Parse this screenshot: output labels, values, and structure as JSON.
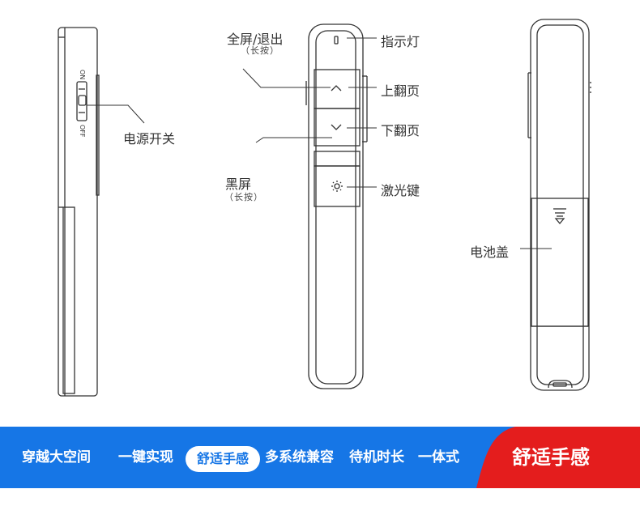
{
  "labels": {
    "fullscreen_exit": "全屏/退出",
    "fullscreen_exit_note": "（长按）",
    "indicator_light": "指示灯",
    "page_up": "上翻页",
    "page_down": "下翻页",
    "black_screen": "黑屏",
    "black_screen_note": "（长按）",
    "laser_key": "激光键",
    "power_switch": "电源开关",
    "battery_cover": "电池盖",
    "switch_on": "ON",
    "switch_off": "OFF"
  },
  "features": [
    "穿越大空间",
    "一键实现",
    "舒适手感",
    "多系统兼容",
    "待机时长",
    "一体式"
  ],
  "selected_feature": "舒适手感",
  "highlight_title": "舒适手感",
  "colors": {
    "banner_blue": "#1676e6",
    "highlight_red": "#e41d1d",
    "outline": "#333333"
  }
}
